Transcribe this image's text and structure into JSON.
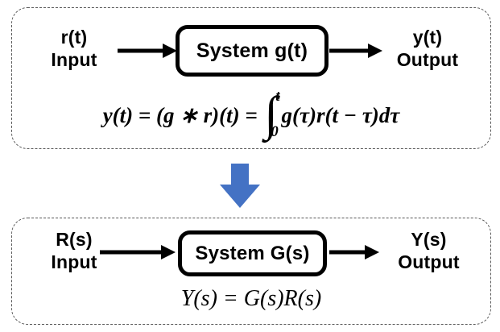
{
  "top_panel": {
    "input": {
      "symbol": "r(t)",
      "label": "Input"
    },
    "system_label": "System g(t)",
    "output": {
      "symbol": "y(t)",
      "label": "Output"
    },
    "formula": {
      "lhs": "y(t) = (g ∗ r)(t) =",
      "integral_sign": "∫",
      "upper_limit": "t",
      "lower_limit": "0",
      "integrand": "g(τ)r(t − τ)dτ"
    }
  },
  "transform_arrow": {
    "direction": "down"
  },
  "bottom_panel": {
    "input": {
      "symbol": "R(s)",
      "label": "Input"
    },
    "system_label": "System G(s)",
    "output": {
      "symbol": "Y(s)",
      "label": "Output"
    },
    "formula": {
      "equation": "Y(s) = G(s)R(s)"
    }
  },
  "colors": {
    "accent_blue": "#4472C4",
    "line_black": "#000000",
    "dash_border": "#595959",
    "background": "#ffffff"
  }
}
